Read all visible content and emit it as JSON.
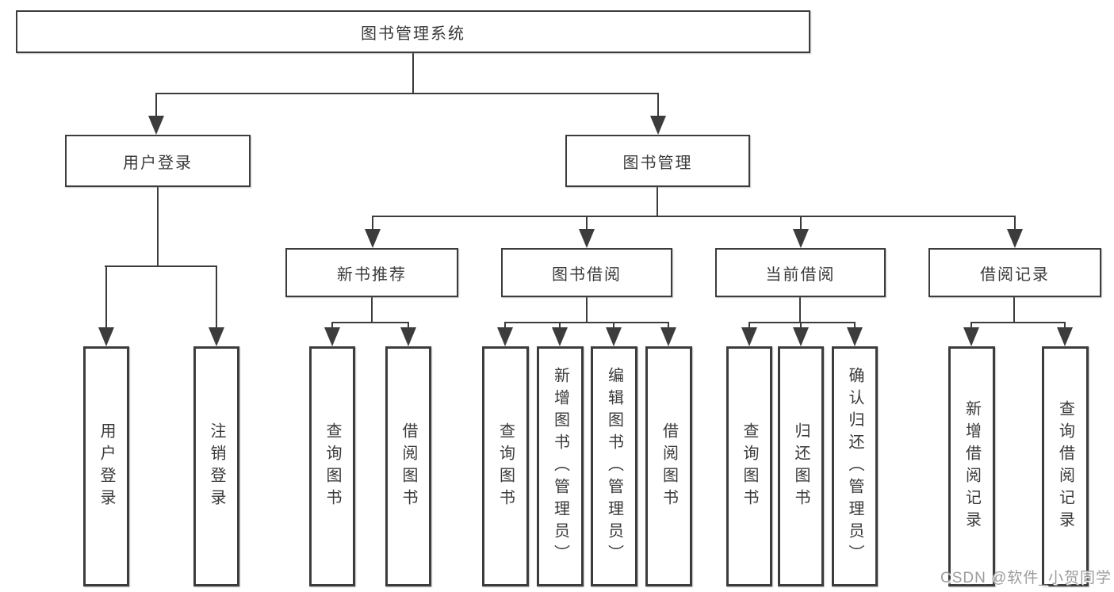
{
  "diagram": {
    "root": {
      "label": "图书管理系统"
    },
    "level2": [
      {
        "label": "用户登录"
      },
      {
        "label": "图书管理"
      }
    ],
    "level3": [
      {
        "label": "新书推荐"
      },
      {
        "label": "图书借阅"
      },
      {
        "label": "当前借阅"
      },
      {
        "label": "借阅记录"
      }
    ],
    "leaves": {
      "user_login": [
        "用户登录",
        "注销登录"
      ],
      "new_book": [
        "查询图书",
        "借阅图书"
      ],
      "book_borrow": [
        "查询图书",
        "新增图书（管理员）",
        "编辑图书（管理员）",
        "借阅图书"
      ],
      "current_borrow": [
        "查询图书",
        "归还图书",
        "确认归还（管理员）"
      ],
      "records": [
        "新增借阅记录",
        "查询借阅记录"
      ]
    },
    "watermark": "CSDN @软件_小贺同学",
    "colors": {
      "line": "#3c3c3c",
      "text": "#3a3a3a",
      "background": "#ffffff",
      "watermark": "#949494"
    }
  }
}
